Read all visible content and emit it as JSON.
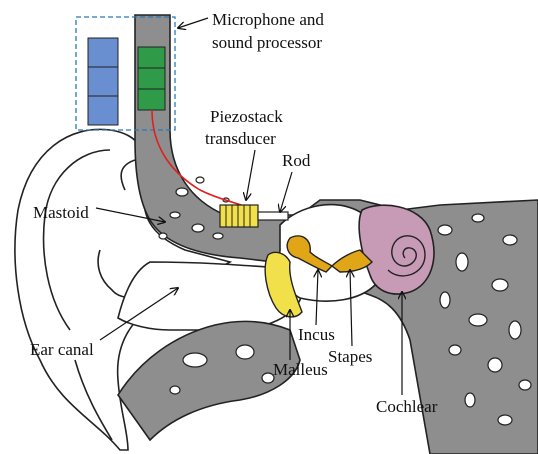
{
  "labels": {
    "microphone_line1": "Microphone and",
    "microphone_line2": "sound processor",
    "piezo_line1": "Piezostack",
    "piezo_line2": "transducer",
    "rod": "Rod",
    "mastoid": "Mastoid",
    "ear_canal": "Ear canal",
    "incus": "Incus",
    "stapes": "Stapes",
    "malleus": "Malleus",
    "cochlear": "Cochlear"
  },
  "colors": {
    "bone": "#8e8e8e",
    "processor_blue": "#6a8fd0",
    "processor_green": "#2f9a48",
    "transducer_yellow": "#f2e04a",
    "cochlea_pink": "#c79ab5",
    "ossicle_gold": "#e0a617",
    "wire_red": "#e02020",
    "dashed_box": "#2a78b8"
  },
  "icons": [
    "microphone-box",
    "processor-module",
    "piezostack-icon",
    "cochlea-spiral"
  ]
}
